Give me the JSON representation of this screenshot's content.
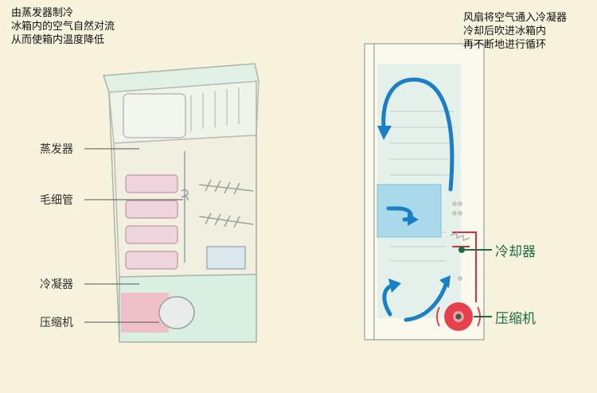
{
  "left_caption": [
    "由蒸发器制冷",
    "冰箱内的空气自然对流",
    "从而使箱内温度降低"
  ],
  "right_caption": [
    "风扇将空气通入冷凝器",
    "冷却后吹进冰箱内",
    "再不断地进行循环"
  ],
  "left_labels": {
    "evaporator": "蒸发器",
    "capillary": "毛细管",
    "condenser": "冷凝器",
    "compressor": "压缩机"
  },
  "right_labels": {
    "cooler": "冷却器",
    "compressor": "压缩机"
  },
  "colors": {
    "background": "#f7f2dc",
    "accent_green": "#1d6a43",
    "flow_blue": "#1a7fc4",
    "compressor_red": "#e5404b",
    "pipe_red": "#d6303a"
  }
}
